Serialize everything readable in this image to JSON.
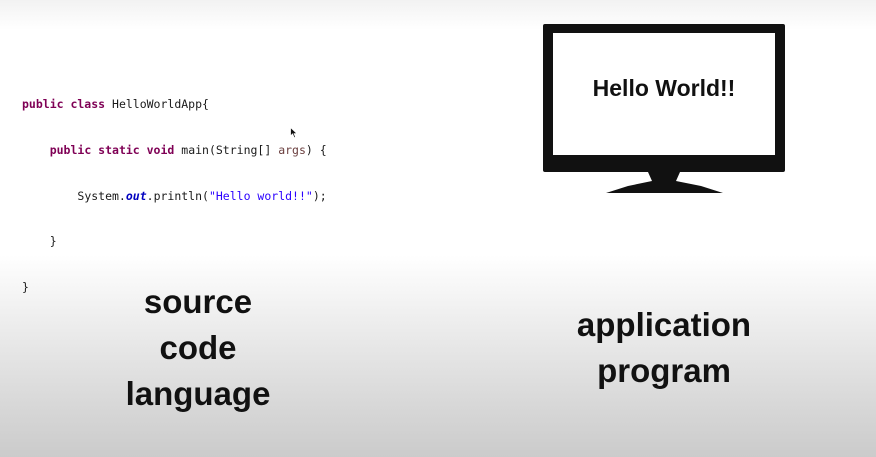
{
  "code": {
    "line1": {
      "kw": "public class ",
      "rest": "HelloWorldApp{"
    },
    "line2": {
      "indent": "    ",
      "kw": "public static void ",
      "mid": "main(String[] ",
      "var": "args",
      "rest": ") {"
    },
    "line3": {
      "indent": "        ",
      "pre": "System.",
      "field": "out",
      "mid": ".println(",
      "str": "\"Hello world!!\"",
      "rest": ");"
    },
    "line4": {
      "text": "    }"
    },
    "line5": {
      "text": "}"
    }
  },
  "screen_text": "Hello World!!",
  "left_label": [
    "source",
    "code",
    "language"
  ],
  "right_label": [
    "application",
    "program"
  ],
  "icons": {
    "cursor": "mouse-pointer-icon",
    "monitor": "monitor-icon"
  },
  "colors": {
    "keyword": "#7f0055",
    "string": "#2a00ff",
    "static_field": "#0000c0",
    "variable": "#6a3e3e",
    "monitor": "#111111"
  }
}
